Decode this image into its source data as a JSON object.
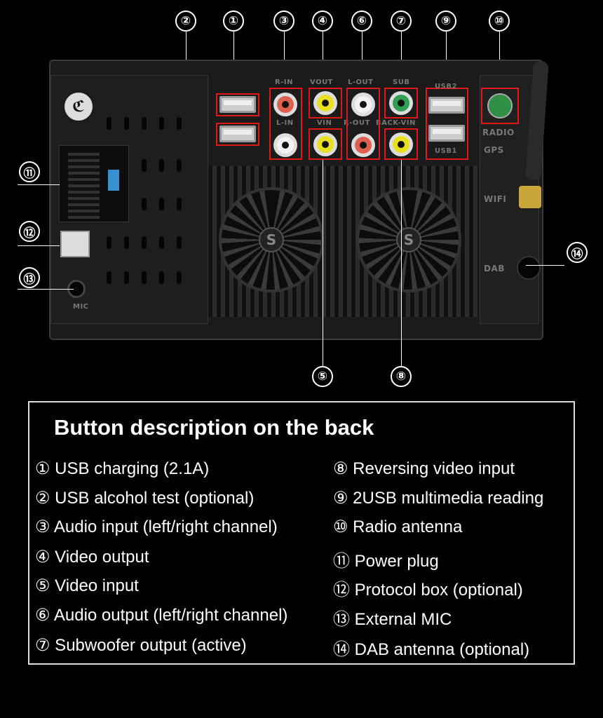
{
  "callouts": {
    "c1": "①",
    "c2": "②",
    "c3": "③",
    "c4": "④",
    "c5": "⑤",
    "c6": "⑥",
    "c7": "⑦",
    "c8": "⑧",
    "c9": "⑨",
    "c10": "⑩",
    "c11": "⑪",
    "c12": "⑫",
    "c13": "⑬",
    "c14": "⑭"
  },
  "port_labels": {
    "r_in": "R-IN",
    "l_in": "L-IN",
    "vout": "VOUT",
    "vin": "VIN",
    "l_out": "L-OUT",
    "r_out": "R-OUT",
    "sub": "SUB",
    "back_vin": "BACK-VIN",
    "usb2": "USB2",
    "usb1": "USB1",
    "radio": "RADIO",
    "gps": "GPS",
    "wifi": "WIFI",
    "dab": "DAB",
    "mic": "MIC",
    "fan_logo": "S"
  },
  "colors": {
    "highlight": "#e01818",
    "rca_red": "#e06050",
    "rca_yellow": "#e8e020",
    "rca_white": "#f2f2f2",
    "rca_green": "#30a050"
  },
  "description": {
    "title": "Button description on the back",
    "left": [
      "① USB charging (2.1A)",
      "② USB alcohol test (optional)",
      "③ Audio input (left/right channel)",
      "④ Video output",
      "⑤ Video input",
      "⑥ Audio output (left/right channel)",
      "⑦ Subwoofer output (active)"
    ],
    "right": [
      "⑧ Reversing video input",
      "⑨ 2USB multimedia reading",
      "⑩ Radio antenna",
      "⑪ Power plug",
      "⑫ Protocol box (optional)",
      "⑬ External MIC",
      "⑭ DAB antenna (optional)"
    ]
  }
}
